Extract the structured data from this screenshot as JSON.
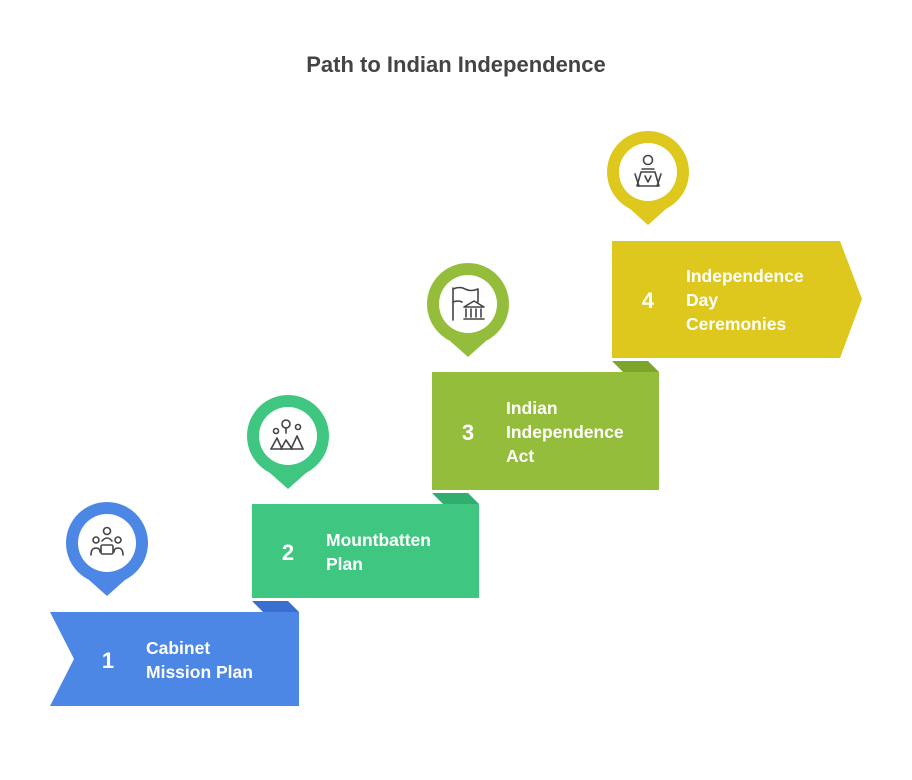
{
  "title": "Path to Indian Independence",
  "steps": [
    {
      "number": "1",
      "label": "Cabinet\nMission Plan",
      "color": "#4d87e6",
      "fold_color": "#3a6fd0",
      "icon": "meeting-table-icon"
    },
    {
      "number": "2",
      "label": "Mountbatten\nPlan",
      "color": "#3fc782",
      "fold_color": "#2fae6d",
      "icon": "partition-map-icon"
    },
    {
      "number": "3",
      "label": "Indian\nIndependence\nAct",
      "color": "#93bd3a",
      "fold_color": "#7da52c",
      "icon": "flag-parliament-icon"
    },
    {
      "number": "4",
      "label": "Independence\nDay\nCeremonies",
      "color": "#dec81d",
      "fold_color": "#c9b412",
      "icon": "podium-speaker-icon"
    }
  ]
}
